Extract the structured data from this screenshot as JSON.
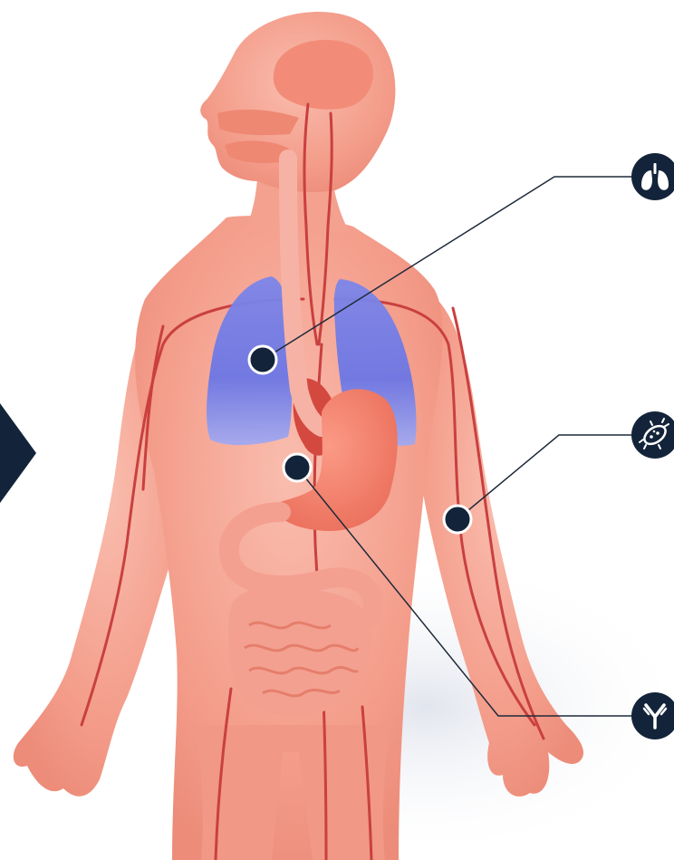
{
  "diagram": {
    "subject": "human-body-anatomy",
    "colors": {
      "body": "#f49c8a",
      "body_light": "#f8b5a6",
      "body_shadow": "#e98876",
      "lungs": "#6f7be6",
      "lungs_light": "#9aa2f0",
      "stomach": "#f07f6c",
      "intestine": "#f3a091",
      "vessel": "#c9403f",
      "navy": "#13243a",
      "leader_line": "#1f2a3a",
      "background": "#ffffff"
    },
    "callouts": [
      {
        "id": "lungs",
        "icon": "lungs-icon",
        "target": "lungs"
      },
      {
        "id": "bacteria",
        "icon": "bacteria-icon",
        "target": "bloodstream-arm"
      },
      {
        "id": "antibody",
        "icon": "antibody-icon",
        "target": "stomach"
      }
    ],
    "side_marker": "chevron-right-icon"
  }
}
